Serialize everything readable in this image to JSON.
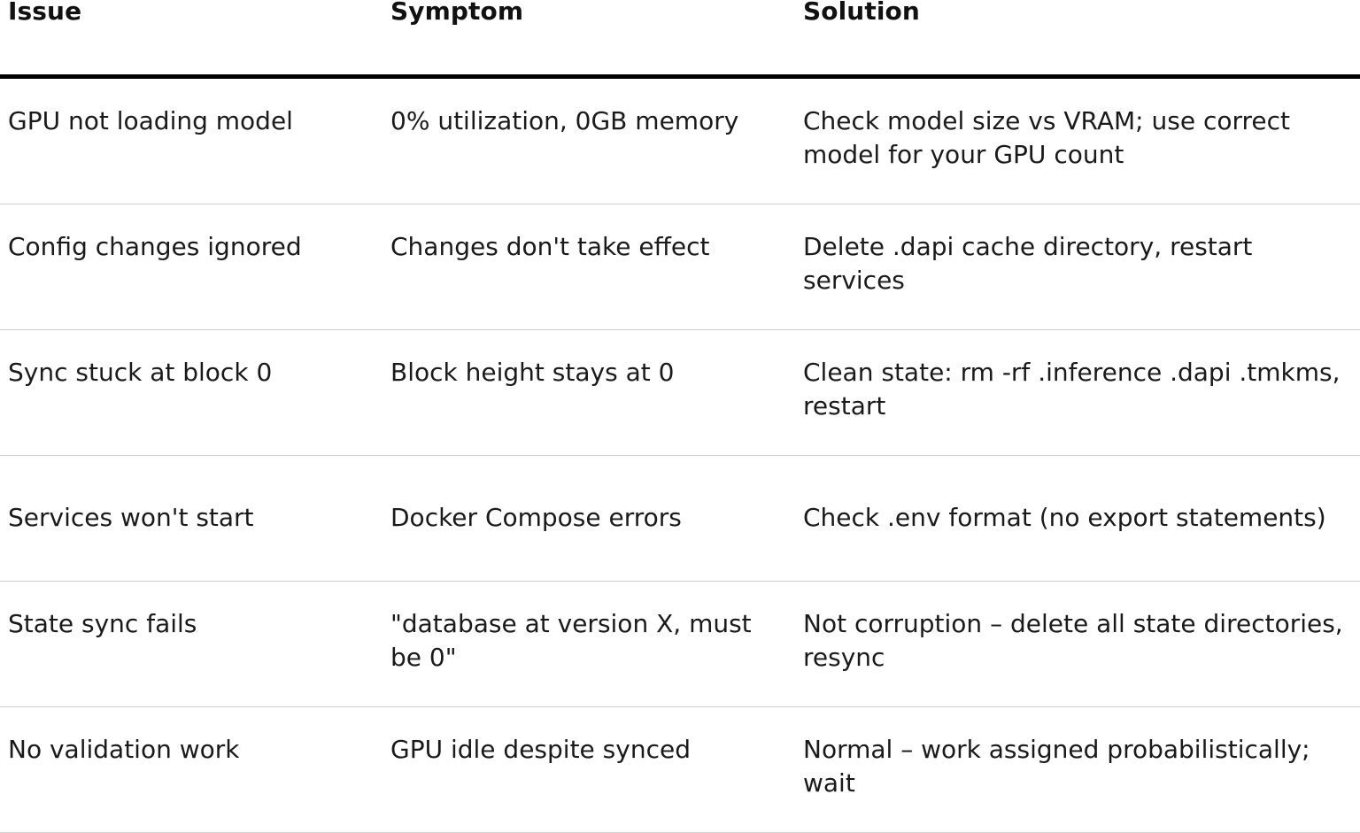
{
  "table": {
    "headers": {
      "issue": "Issue",
      "symptom": "Symptom",
      "solution": "Solution"
    },
    "rows": [
      {
        "issue": "GPU not loading model",
        "symptom": "0% utilization, 0GB memory",
        "solution": "Check model size vs VRAM; use correct model for your GPU count"
      },
      {
        "issue": "Config changes ignored",
        "symptom": "Changes don't take effect",
        "solution": "Delete .dapi cache directory, restart services"
      },
      {
        "issue": "Sync stuck at block 0",
        "symptom": "Block height stays at 0",
        "solution": "Clean state: rm -rf .inference .dapi .tmkms, restart"
      },
      {
        "issue": "Services won't start",
        "symptom": "Docker Compose errors",
        "solution": "Check .env format (no export statements)"
      },
      {
        "issue": "State sync fails",
        "symptom": "\"database at version X, must be 0\"",
        "solution": "Not corruption – delete all state directories, resync"
      },
      {
        "issue": "No validation work",
        "symptom": "GPU idle despite synced",
        "solution": "Normal – work assigned probabilistically; wait"
      }
    ]
  }
}
